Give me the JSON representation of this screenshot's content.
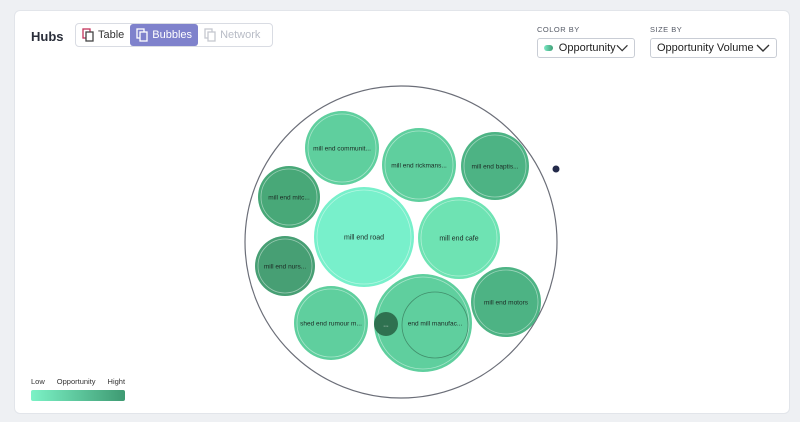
{
  "header": {
    "title": "Hubs",
    "views": [
      {
        "label": "Table",
        "state": "normal"
      },
      {
        "label": "Bubbles",
        "state": "active"
      },
      {
        "label": "Network",
        "state": "disabled"
      }
    ]
  },
  "controls": {
    "color_by_label": "COLOR BY",
    "color_by_value": "Opportunity",
    "size_by_label": "SIZE BY",
    "size_by_value": "Opportunity Volume"
  },
  "bubbles": [
    {
      "label": "mill end communit...",
      "color": "#5fcf9e"
    },
    {
      "label": "mill end rickmans...",
      "color": "#5fcf9e"
    },
    {
      "label": "mill end baptis...",
      "color": "#4db384"
    },
    {
      "label": "mill end mitc...",
      "color": "#48a878"
    },
    {
      "label": "mill end road",
      "color": "#78f0cb"
    },
    {
      "label": "mill end cafe",
      "color": "#6ee3b3"
    },
    {
      "label": "mill end nurs...",
      "color": "#479f74"
    },
    {
      "label": "shed end rumour m...",
      "color": "#5fcf9e"
    },
    {
      "label": "end mill manufac...",
      "color": "#5fcf9e"
    },
    {
      "label": "...",
      "color": "#2f7150"
    },
    {
      "label": "mill end motors",
      "color": "#4db384"
    }
  ],
  "legend": {
    "low": "Low",
    "title": "Opportunity",
    "high": "Hight"
  },
  "colors": {
    "accent": "#7f82cc",
    "gradient_low": "#7cf2c6",
    "gradient_high": "#3e9a72"
  }
}
